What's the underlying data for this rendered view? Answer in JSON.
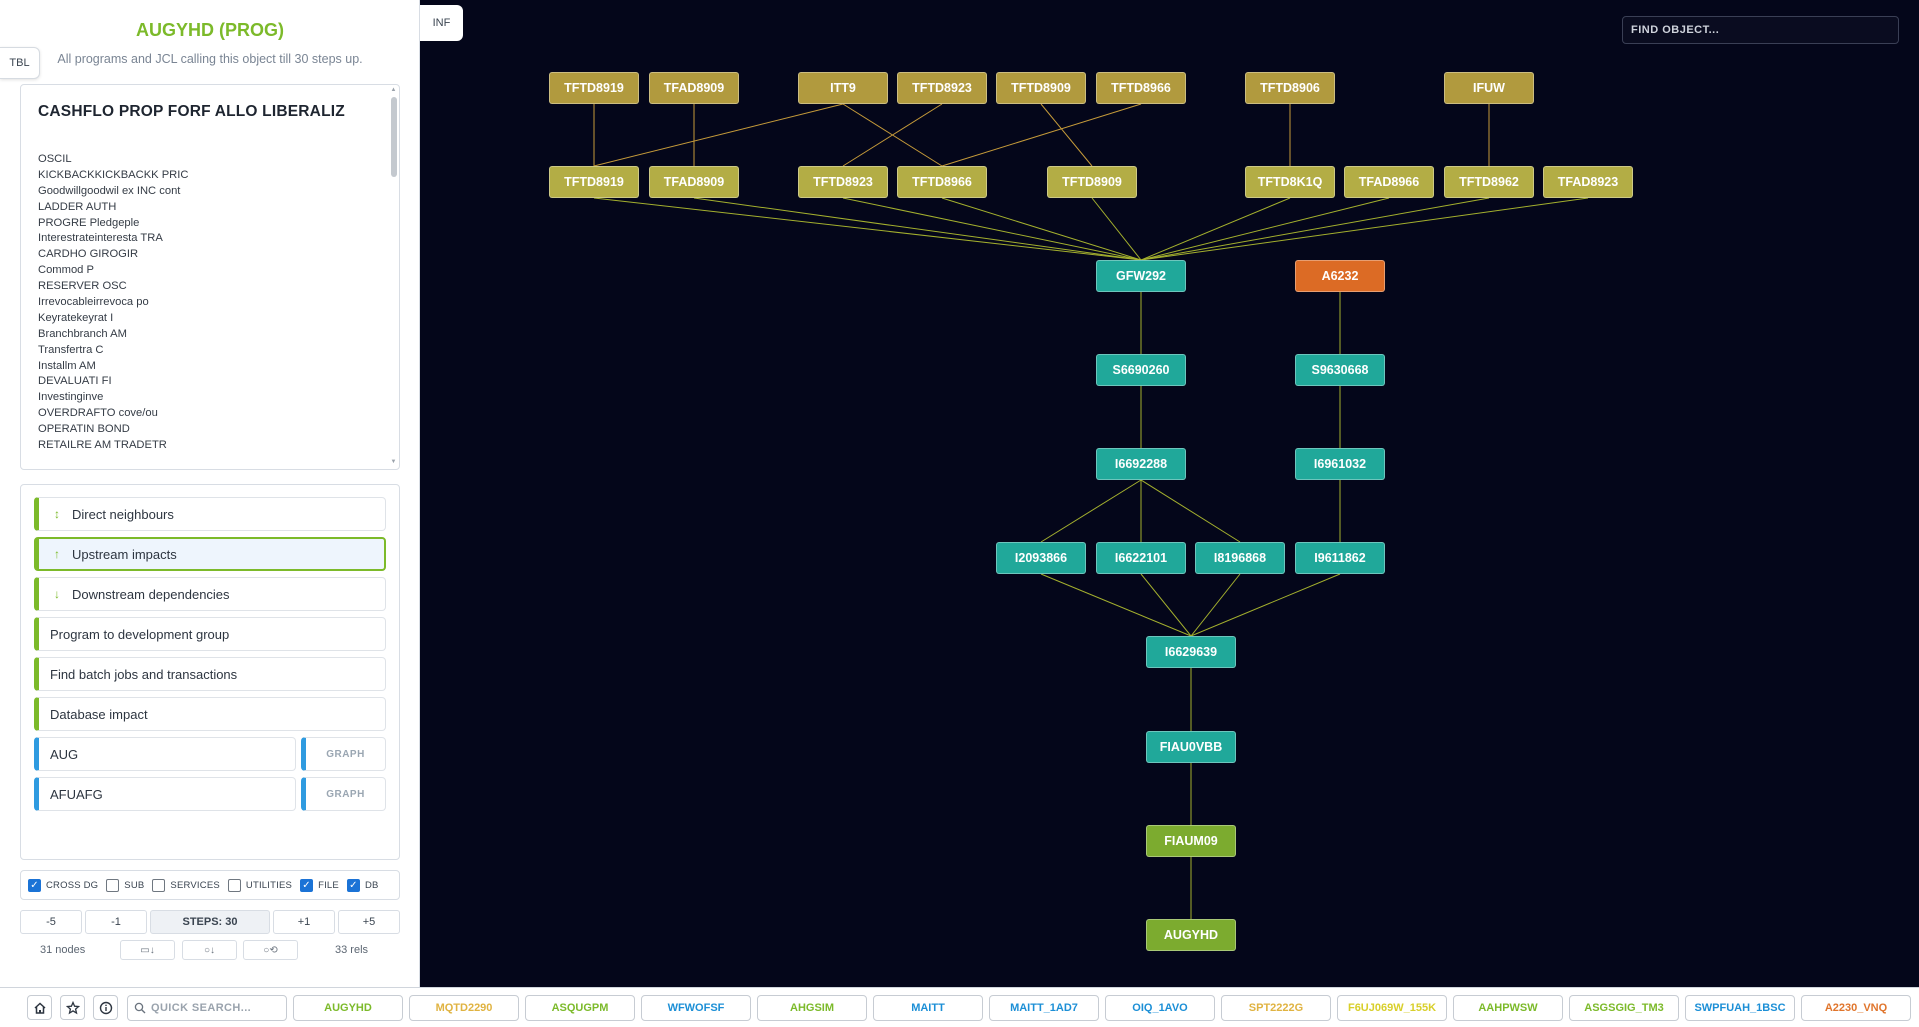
{
  "header": {
    "title": "AUGYHD (PROG)",
    "subtitle": "All programs and JCL calling this object till 30 steps up.",
    "tbl_tab": "TBL",
    "inf_tab": "INF"
  },
  "description": {
    "title": "CASHFLO PROP FORF ALLO LIBERALIZ",
    "lines": [
      "OSCIL",
      "KICKBACKKICKBACKK PRIC",
      "Goodwillgoodwil ex INC cont",
      "LADDER AUTH",
      "PROGRE Pledgeple",
      "Interestrateinteresta TRA",
      "CARDHO GIROGIR",
      "Commod P",
      "RESERVER OSC",
      "Irrevocableirrevoca po",
      "Keyratekeyrat I",
      "Branchbranch AM",
      "Transfertra C",
      "Installm AM",
      "DEVALUATI FI",
      "Investinginve",
      "OVERDRAFTO cove/ou",
      "OPERATIN BOND",
      "RETAILRE AM TRADETR"
    ]
  },
  "queries": [
    {
      "label": "Direct neighbours",
      "icon": "up-down-arrow-icon",
      "glyph": "↕",
      "active": false
    },
    {
      "label": "Upstream impacts",
      "icon": "arrow-up-icon",
      "glyph": "↑",
      "active": true
    },
    {
      "label": "Downstream dependencies",
      "icon": "arrow-down-icon",
      "glyph": "↓",
      "active": false
    },
    {
      "label": "Program to development group",
      "icon": "",
      "glyph": "",
      "active": false
    },
    {
      "label": "Find batch jobs and transactions",
      "icon": "",
      "glyph": "",
      "active": false
    },
    {
      "label": "Database impact",
      "icon": "",
      "glyph": "",
      "active": false
    }
  ],
  "graph_rows": [
    {
      "label": "AUG",
      "button": "GRAPH"
    },
    {
      "label": "AFUAFG",
      "button": "GRAPH"
    }
  ],
  "filters": [
    {
      "label": "CROSS DG",
      "checked": true
    },
    {
      "label": "SUB",
      "checked": false
    },
    {
      "label": "SERVICES",
      "checked": false
    },
    {
      "label": "UTILITIES",
      "checked": false
    },
    {
      "label": "FILE",
      "checked": true
    },
    {
      "label": "DB",
      "checked": true
    }
  ],
  "steps": {
    "minus5": "-5",
    "minus1": "-1",
    "label": "STEPS: 30",
    "plus1": "+1",
    "plus5": "+5"
  },
  "stats": {
    "nodes": "31 nodes",
    "rels": "33 rels"
  },
  "find_object_placeholder": "FIND OBJECT...",
  "quick_search_placeholder": "QUICK SEARCH...",
  "colors": {
    "jcl_dark": "#b19a3e",
    "jcl_light": "#b3ad45",
    "program": "#20a89a",
    "start": "#7cab2f",
    "target": "#dc6b25",
    "edge_program": "#a4b02e",
    "edge_jcl": "#c69b3a",
    "accent": "#7cba2a"
  },
  "graph": {
    "nodes": [
      {
        "id": "r1_0",
        "label": "TFTD8919",
        "kind": "jcl_dark"
      },
      {
        "id": "r1_1",
        "label": "TFAD8909",
        "kind": "jcl_dark"
      },
      {
        "id": "r1_2",
        "label": "ITT9",
        "kind": "jcl_dark"
      },
      {
        "id": "r1_3",
        "label": "TFTD8923",
        "kind": "jcl_dark"
      },
      {
        "id": "r1_4",
        "label": "TFTD8909",
        "kind": "jcl_dark"
      },
      {
        "id": "r1_5",
        "label": "TFTD8966",
        "kind": "jcl_dark"
      },
      {
        "id": "r1_6",
        "label": "TFTD8906",
        "kind": "jcl_dark"
      },
      {
        "id": "r1_7",
        "label": "IFUW",
        "kind": "jcl_dark"
      },
      {
        "id": "r2_0",
        "label": "TFTD8919",
        "kind": "jcl_light"
      },
      {
        "id": "r2_1",
        "label": "TFAD8909",
        "kind": "jcl_light"
      },
      {
        "id": "r2_2",
        "label": "TFTD8923",
        "kind": "jcl_light"
      },
      {
        "id": "r2_3",
        "label": "TFTD8966",
        "kind": "jcl_light"
      },
      {
        "id": "r2_4",
        "label": "TFTD8909",
        "kind": "jcl_light"
      },
      {
        "id": "r2_5",
        "label": "TFTD8K1Q",
        "kind": "jcl_light"
      },
      {
        "id": "r2_6",
        "label": "TFAD8966",
        "kind": "jcl_light"
      },
      {
        "id": "r2_7",
        "label": "TFTD8962",
        "kind": "jcl_light"
      },
      {
        "id": "r2_8",
        "label": "TFAD8923",
        "kind": "jcl_light"
      },
      {
        "id": "gfw",
        "label": "GFW292",
        "kind": "program"
      },
      {
        "id": "a6232",
        "label": "A6232",
        "kind": "target"
      },
      {
        "id": "s669",
        "label": "S6690260",
        "kind": "program"
      },
      {
        "id": "s963",
        "label": "S9630668",
        "kind": "program"
      },
      {
        "id": "i669",
        "label": "I6692288",
        "kind": "program"
      },
      {
        "id": "i696",
        "label": "I6961032",
        "kind": "program"
      },
      {
        "id": "i209",
        "label": "I2093866",
        "kind": "program"
      },
      {
        "id": "i662",
        "label": "I6622101",
        "kind": "program"
      },
      {
        "id": "i819",
        "label": "I8196868",
        "kind": "program"
      },
      {
        "id": "i961",
        "label": "I9611862",
        "kind": "program"
      },
      {
        "id": "i6629",
        "label": "I6629639",
        "kind": "program"
      },
      {
        "id": "fiau0",
        "label": "FIAU0VBB",
        "kind": "program"
      },
      {
        "id": "fiaum",
        "label": "FIAUM09",
        "kind": "start"
      },
      {
        "id": "augyhd",
        "label": "AUGYHD",
        "kind": "start"
      }
    ],
    "edges": [
      [
        "r1_0",
        "r2_0"
      ],
      [
        "r1_1",
        "r2_1"
      ],
      [
        "r1_2",
        "r2_0"
      ],
      [
        "r1_2",
        "r2_3"
      ],
      [
        "r1_3",
        "r2_2"
      ],
      [
        "r1_4",
        "r2_4"
      ],
      [
        "r1_5",
        "r2_3"
      ],
      [
        "r1_6",
        "r2_5"
      ],
      [
        "r1_7",
        "r2_7"
      ],
      [
        "r2_0",
        "gfw"
      ],
      [
        "r2_1",
        "gfw"
      ],
      [
        "r2_2",
        "gfw"
      ],
      [
        "r2_3",
        "gfw"
      ],
      [
        "r2_4",
        "gfw"
      ],
      [
        "r2_5",
        "gfw"
      ],
      [
        "r2_6",
        "gfw"
      ],
      [
        "r2_7",
        "gfw"
      ],
      [
        "r2_8",
        "gfw"
      ],
      [
        "gfw",
        "s669"
      ],
      [
        "a6232",
        "s963"
      ],
      [
        "s669",
        "i669"
      ],
      [
        "s963",
        "i696"
      ],
      [
        "i669",
        "i209"
      ],
      [
        "i669",
        "i662"
      ],
      [
        "i669",
        "i819"
      ],
      [
        "i696",
        "i961"
      ],
      [
        "i209",
        "i6629"
      ],
      [
        "i662",
        "i6629"
      ],
      [
        "i819",
        "i6629"
      ],
      [
        "i961",
        "i6629"
      ],
      [
        "i6629",
        "fiau0"
      ],
      [
        "fiau0",
        "fiaum"
      ],
      [
        "fiaum",
        "augyhd"
      ]
    ]
  },
  "bottom_bar": {
    "icons": [
      "home-icon",
      "star-icon",
      "info-icon"
    ],
    "recent": [
      {
        "label": "AUGYHD",
        "color": "#7cba2a"
      },
      {
        "label": "MQTD2290",
        "color": "#e0b341"
      },
      {
        "label": "ASQUGPM",
        "color": "#7cba2a"
      },
      {
        "label": "WFWOFSF",
        "color": "#1c8fd6"
      },
      {
        "label": "AHGSIM",
        "color": "#7cba2a"
      },
      {
        "label": "MAITT",
        "color": "#1c8fd6"
      },
      {
        "label": "MAITT_1AD7",
        "color": "#1c8fd6"
      },
      {
        "label": "OIQ_1AVO",
        "color": "#1c8fd6"
      },
      {
        "label": "SPT2222G",
        "color": "#e0b341"
      },
      {
        "label": "F6UJ069W_155K",
        "color": "#d8cf2a"
      },
      {
        "label": "AAHPWSW",
        "color": "#7cba2a"
      },
      {
        "label": "ASGSGIG_TM3",
        "color": "#7cba2a"
      },
      {
        "label": "SWPFUAH_1BSC",
        "color": "#1c8fd6"
      },
      {
        "label": "A2230_VNQ",
        "color": "#e0752c"
      }
    ]
  }
}
